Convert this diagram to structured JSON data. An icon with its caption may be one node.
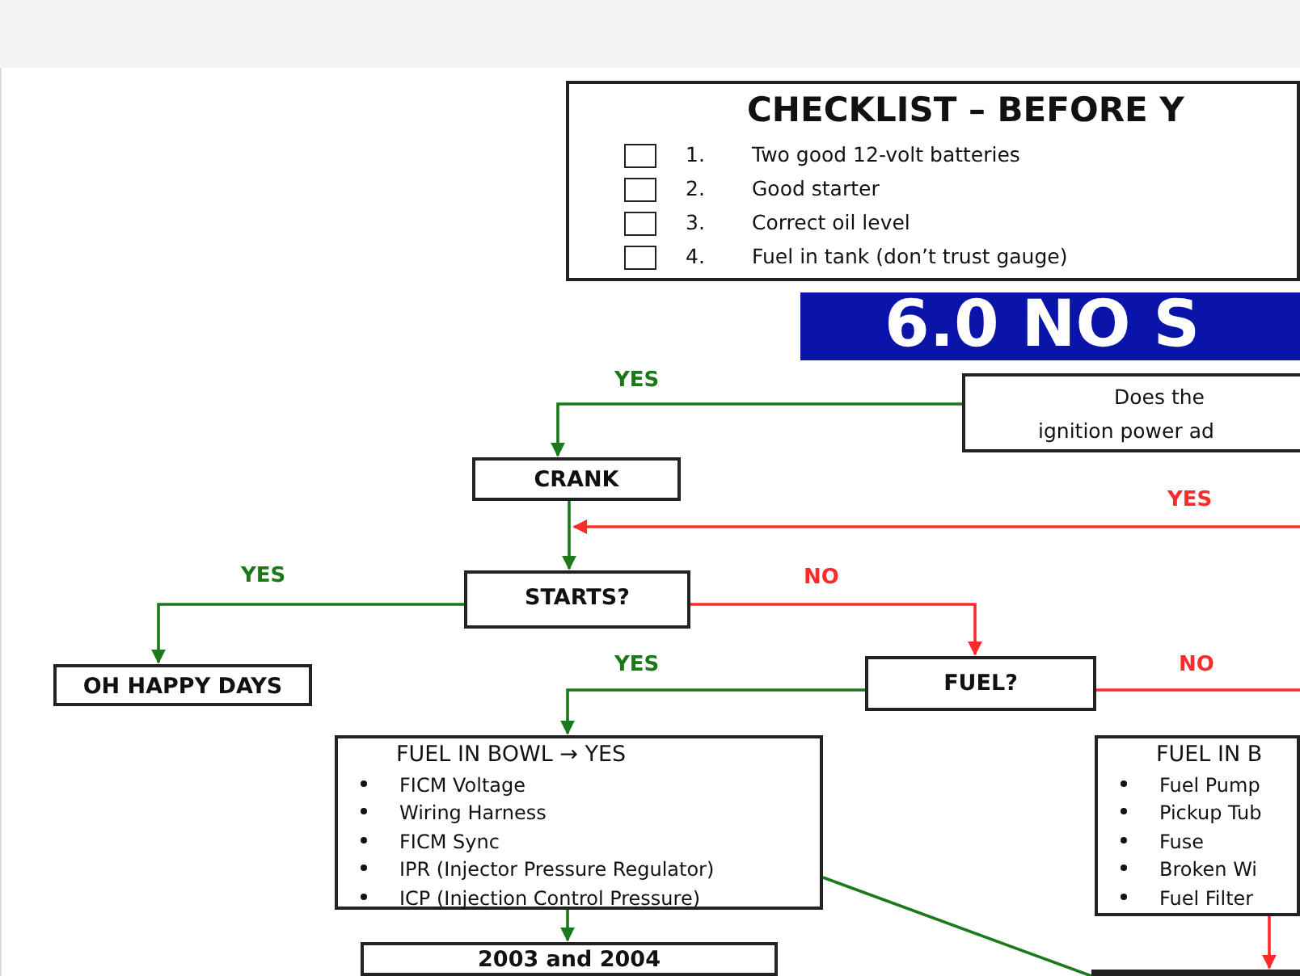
{
  "diagram": {
    "nodes": [
      {
        "text": [
          "CHECKLIST – BEFORE Y",
          "1.",
          "Two good 12-volt batteries",
          "2.",
          "Good starter",
          "3.",
          "Correct oil level",
          "4.",
          "Fuel in tank (don’t trust gauge)"
        ]
      },
      {
        "text": [
          "6.0 NO S"
        ]
      },
      {
        "text": [
          "Does the",
          "ignition power ad"
        ]
      },
      {
        "text": [
          "CRANK"
        ]
      },
      {
        "text": [
          "STARTS?"
        ]
      },
      {
        "text": [
          "OH HAPPY DAYS"
        ]
      },
      {
        "text": [
          "FUEL?"
        ]
      },
      {
        "text": [
          "FUEL IN BOWL → YES",
          "FICM Voltage",
          "Wiring Harness",
          "FICM Sync",
          "IPR (Injector Pressure Regulator)",
          "ICP (Injection Control Pressure)"
        ]
      },
      {
        "text": [
          "FUEL IN B",
          "Fuel Pump",
          "Pickup Tub",
          "Fuse",
          "Broken Wi",
          "Fuel Filter"
        ]
      },
      {
        "text": [
          "2003 and 2004"
        ]
      },
      {
        "text": [],
        "shape": "box"
      }
    ],
    "edges": [
      {
        "from": 2,
        "to": 3,
        "arrow": "to",
        "label": "YES"
      },
      {
        "from": 3,
        "to": 4,
        "arrow": "to"
      },
      {
        "from": null,
        "to": 4,
        "arrow": "to",
        "label": "YES",
        "color": "#ff2a2a"
      },
      {
        "from": 4,
        "to": 5,
        "arrow": "to",
        "label": "YES"
      },
      {
        "from": 4,
        "to": 6,
        "arrow": "to",
        "label": "NO",
        "color": "#ff2a2a"
      },
      {
        "from": 6,
        "to": 7,
        "arrow": "to",
        "label": "YES"
      },
      {
        "from": 6,
        "to": null,
        "arrow": "none",
        "label": "NO",
        "color": "#ff2a2a"
      },
      {
        "from": 7,
        "to": 9,
        "arrow": "to"
      },
      {
        "from": 7,
        "to": 10,
        "arrow": "none"
      },
      {
        "from": 8,
        "to": 10,
        "arrow": "to",
        "color": "#ff2a2a"
      }
    ]
  }
}
